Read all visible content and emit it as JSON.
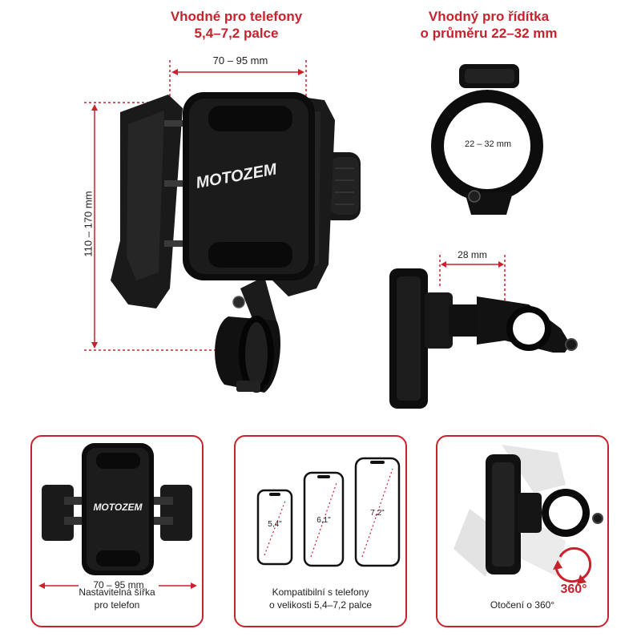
{
  "top": {
    "phone_heading_line1": "Vhodné pro telefony",
    "phone_heading_line2": "5,4–7,2 palce",
    "bar_heading_line1": "Vhodný pro řídítka",
    "bar_heading_line2": "o průměru 22–32 mm",
    "width_dim": "70 – 95 mm",
    "height_dim": "110 – 170 mm",
    "clamp_dim": "22 – 32 mm",
    "depth_dim": "28 mm",
    "brand": "MotoZem"
  },
  "cards": [
    {
      "dim": "70 – 95 mm",
      "line1": "Nastavitelná šířka",
      "line2": "pro telefon"
    },
    {
      "line1": "Kompatibilní s telefony",
      "line2": "o velikosti 5,4–7,2 palce",
      "sizes": [
        "5,4\"",
        "6,1\"",
        "7,2\""
      ]
    },
    {
      "line1": "Otočení o 360°",
      "badge": "360°"
    }
  ],
  "colors": {
    "accent": "#c8222d",
    "product": "#141414"
  }
}
